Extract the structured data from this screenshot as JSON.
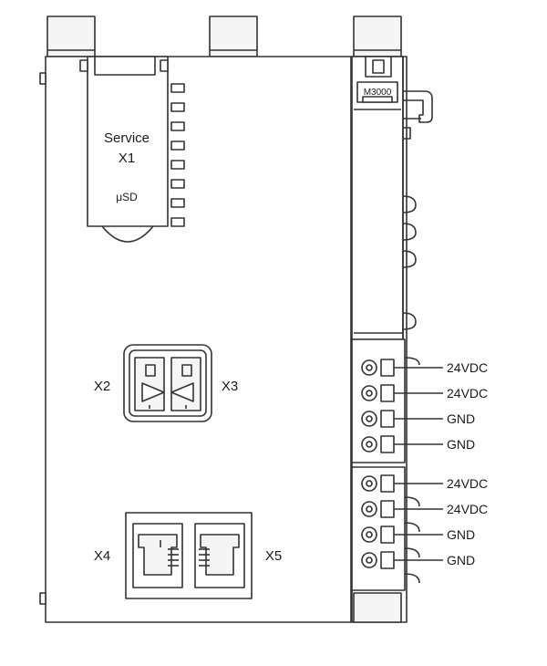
{
  "service_slot": {
    "title": "Service",
    "port": "X1",
    "card": "μSD"
  },
  "module_label": "M3000",
  "ports": {
    "x2": "X2",
    "x3": "X3",
    "x4": "X4",
    "x5": "X5"
  },
  "terminals": [
    {
      "label": "24VDC"
    },
    {
      "label": "24VDC"
    },
    {
      "label": "GND"
    },
    {
      "label": "GND"
    },
    {
      "label": "24VDC"
    },
    {
      "label": "24VDC"
    },
    {
      "label": "GND"
    },
    {
      "label": "GND"
    }
  ],
  "colors": {
    "line": "#333333",
    "body": "#ffffff",
    "fill": "#f1f1f1"
  },
  "led_count": 8
}
